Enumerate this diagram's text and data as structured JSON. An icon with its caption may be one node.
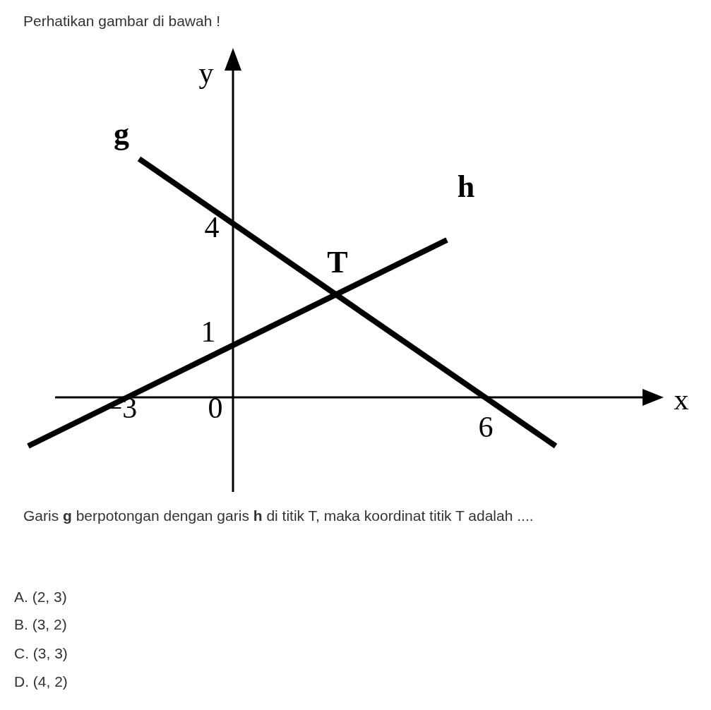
{
  "diagram": {
    "title": "Perhatikan gambar di bawah !",
    "caption": "Garis **g** berpotongan dengan garis **h** di titik T, maka koordinat titik T adalah ....",
    "labels": [
      "y",
      "g",
      "h",
      "4",
      "T",
      "1",
      "x",
      "−3",
      "0",
      "6",
      "A. (2, 3)",
      "B. (3, 2)",
      "C. (3, 3)",
      "D. (4, 2)"
    ]
  }
}
